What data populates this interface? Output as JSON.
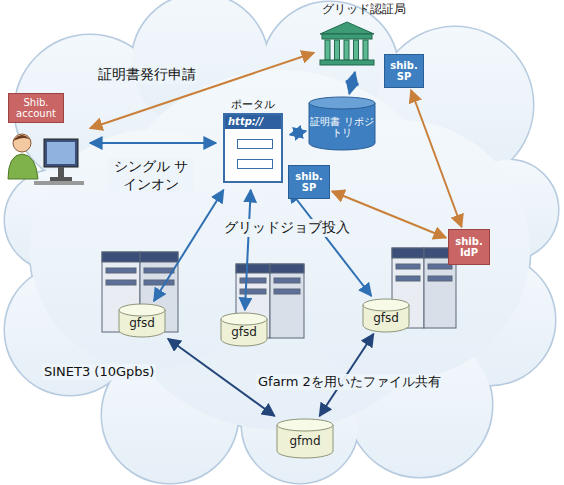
{
  "diagram": {
    "nodes": [
      {
        "text": [
          "グリッド認証局"
        ]
      },
      {
        "text": [
          "shib. SP"
        ]
      },
      {
        "text": [
          "Shib. account"
        ]
      },
      {
        "text": [
          "ポータル",
          "http://"
        ]
      },
      {
        "text": [
          "証明書 リポジトリ"
        ]
      },
      {
        "text": [
          "shib. SP"
        ]
      },
      {
        "text": [
          "shib. IdP"
        ]
      },
      {
        "text": [
          "gfsd"
        ]
      },
      {
        "text": [
          "gfsd"
        ]
      },
      {
        "text": [
          "gfsd"
        ]
      },
      {
        "text": [
          "gfmd"
        ]
      }
    ],
    "edges": [
      {
        "from": 2,
        "to": 0,
        "arrow": "both"
      },
      {
        "from": 2,
        "to": 3,
        "arrow": "both"
      },
      {
        "from": 0,
        "to": 4,
        "arrow": "both"
      },
      {
        "from": 3,
        "to": 4,
        "arrow": "both"
      },
      {
        "from": 1,
        "to": 6,
        "arrow": "both"
      },
      {
        "from": 5,
        "to": 6,
        "arrow": "both"
      },
      {
        "from": 3,
        "to": 7,
        "arrow": "both"
      },
      {
        "from": 3,
        "to": 8,
        "arrow": "both"
      },
      {
        "from": 3,
        "to": 9,
        "arrow": "both"
      },
      {
        "from": 10,
        "to": 7,
        "arrow": "both"
      },
      {
        "from": 10,
        "to": 9,
        "arrow": "both"
      }
    ],
    "labels": [
      "証明書発行申請",
      "シングル サインオン",
      "グリッドジョブ投入",
      "SINET3 (10Gpbs)",
      "Gfarm 2を用いたファイル共有"
    ]
  }
}
